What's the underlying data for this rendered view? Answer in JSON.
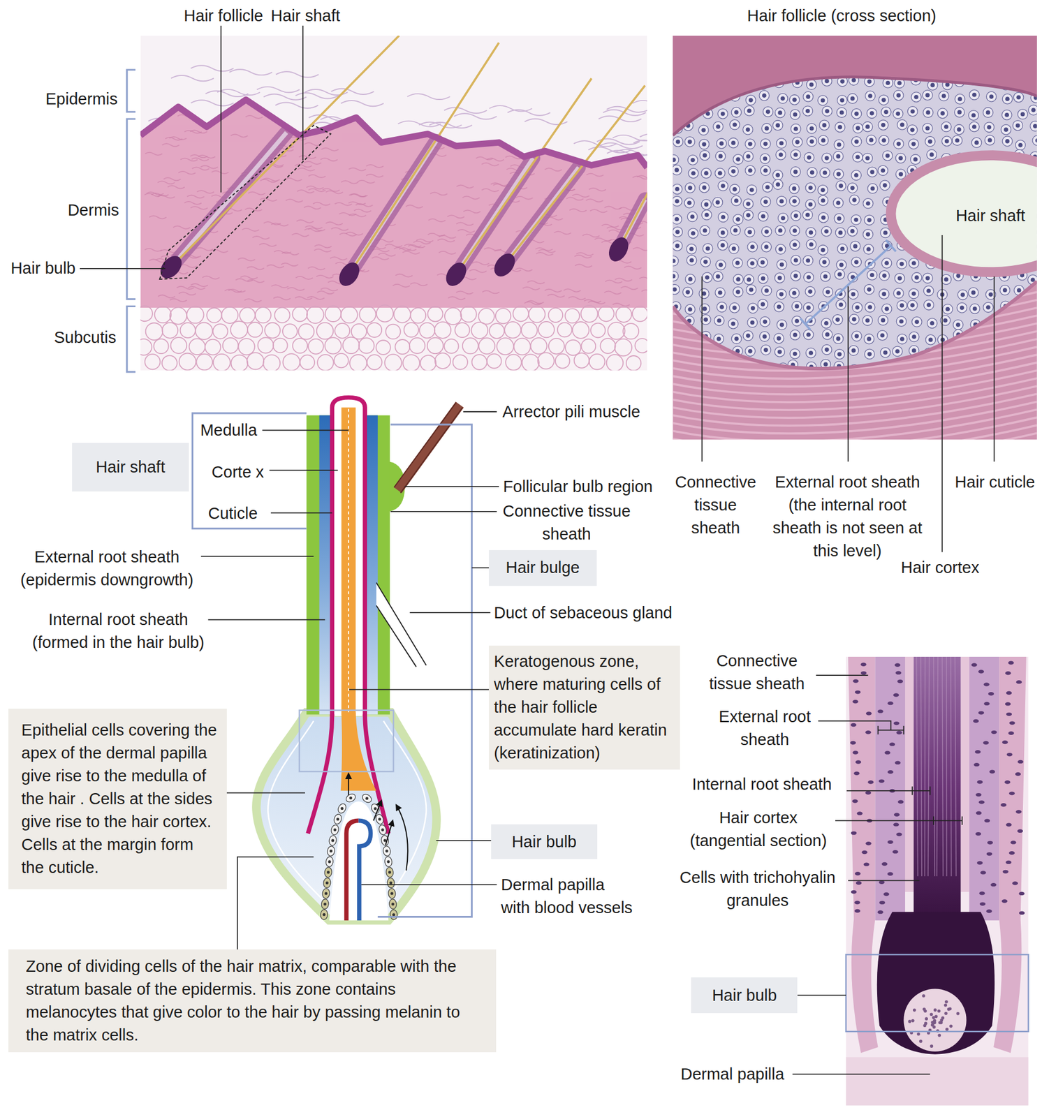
{
  "diagram": {
    "nodes": [
      {
        "text": [
          "Hair shaft"
        ]
      },
      {
        "text": [
          "Hair bulge"
        ]
      },
      {
        "text": [
          "Keratogenous zone, where maturing cells of the hair follicle accumulate hard keratin (keratinization)"
        ]
      },
      {
        "text": [
          "Epithelial cells covering the apex of the dermal papilla give rise to the medulla of the hair . Cells at the sides give rise to the hair cortex. Cells at the margin form the cuticle."
        ]
      },
      {
        "text": [
          "Hair bulb"
        ]
      },
      {
        "text": [
          "Zone of dividing cells of the hair matrix, comparable with the stratum basale of the epidermis. This zone contains melanocytes that give color to the hair by passing melanin to the matrix cells."
        ]
      },
      {
        "text": [
          "Hair bulb"
        ]
      }
    ],
    "labels": [
      "Hair follicle",
      "Hair shaft",
      "Epidermis",
      "Dermis",
      "Hair bulb",
      "Subcutis",
      "Hair follicle (cross section)",
      "Hair shaft",
      "Connective tissue sheath",
      "External root sheath (the internal root sheath is not seen at this level)",
      "Hair cuticle",
      "Hair cortex",
      "Medulla",
      "Corte x",
      "Cuticle",
      "External root sheath (epidermis downgrowth)",
      "Internal root sheath (formed in the hair bulb)",
      "Arrector pili muscle",
      "Follicular bulb region",
      "Connective tissue sheath",
      "Duct of sebaceous gland",
      "Dermal papilla with blood vessels",
      "Connective tissue sheath",
      "External root sheath",
      "Internal root sheath",
      "Hair cortex (tangential section)",
      "Cells with trichohyalin granules",
      "Dermal papilla"
    ]
  }
}
